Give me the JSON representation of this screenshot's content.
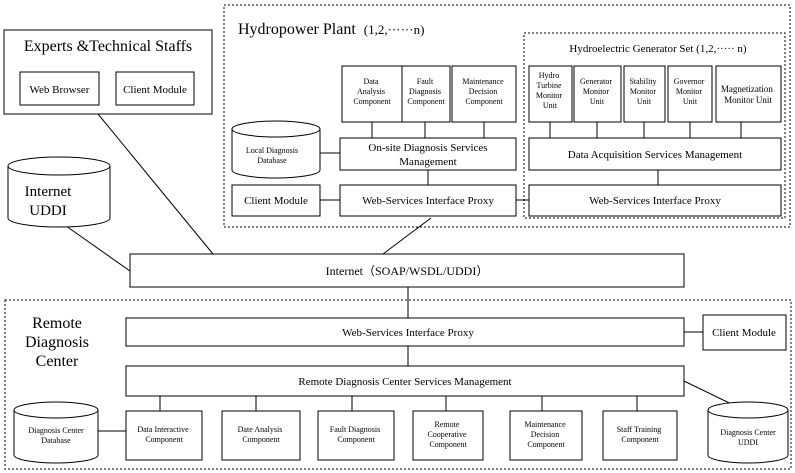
{
  "experts": {
    "title": "Experts &Technical Staffs",
    "web_browser": "Web Browser",
    "client_module": "Client Module"
  },
  "internet_uddi": [
    "Internet",
    "UDDI"
  ],
  "plant": {
    "title": "Hydropower Plant",
    "title_suffix": "(1,2,······n)",
    "components": [
      [
        "Data",
        "Analysis",
        "Component"
      ],
      [
        "Fault",
        "Diagnosis",
        "Component"
      ],
      [
        "Maintenance",
        "Decision",
        "Component"
      ]
    ],
    "local_db": [
      "Local Diagnosis",
      "Database"
    ],
    "onsite_mgmt": [
      "On-site Diagnosis Services",
      "Management"
    ],
    "client_module": "Client Module",
    "ws_proxy": "Web-Services Interface Proxy"
  },
  "generator_set": {
    "title": "Hydroelectric Generator Set (1,2,····· n)",
    "units": [
      [
        "Hydro",
        "Turbine",
        "Monitor",
        "Unit"
      ],
      [
        "Generator",
        "Monitor",
        "Unit"
      ],
      [
        "Stability",
        "Monitor",
        "Unit"
      ],
      [
        "Governor",
        "Monitor",
        "Unit"
      ],
      [
        "Magnetization",
        "Monitor Unit"
      ]
    ],
    "daq_mgmt": "Data Acquisition Services Management",
    "ws_proxy": "Web-Services Interface Proxy"
  },
  "internet_bar": "Internet（SOAP/WSDL/UDDI）",
  "remote": {
    "title": [
      "Remote",
      "Diagnosis",
      "Center"
    ],
    "ws_proxy": "Web-Services Interface Proxy",
    "client_module": "Client Module",
    "services_mgmt": "Remote Diagnosis Center Services Management",
    "db": [
      "Diagnosis Center",
      "Database"
    ],
    "uddi": [
      "Diagnosis Center",
      "UDDI"
    ],
    "components": [
      [
        "Data Interactive",
        "Component"
      ],
      [
        "Date Analysis",
        "Component"
      ],
      [
        "Fault Diagnosis",
        "Component"
      ],
      [
        "Remote",
        "Cooperative",
        "Component"
      ],
      [
        "Maintenance",
        "Decision",
        "Component"
      ],
      [
        "Staff Training",
        "Component"
      ]
    ]
  }
}
